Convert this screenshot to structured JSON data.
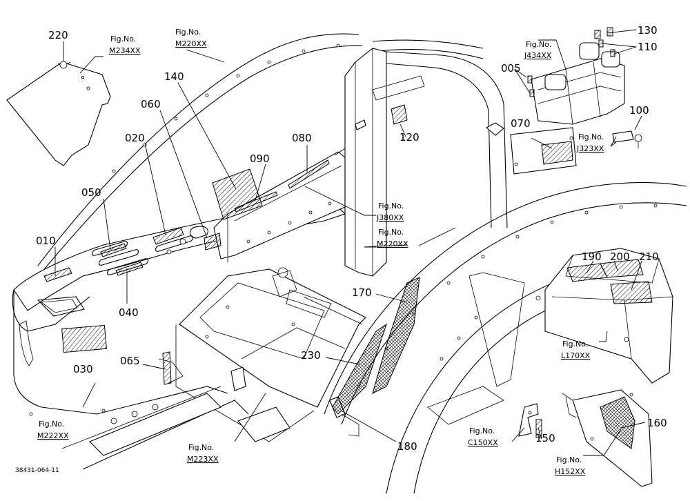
{
  "drawing": {
    "reference_code": "38431-064-11",
    "figure_prefix": "Fig.No."
  },
  "parts": [
    {
      "id": "p220",
      "number": "220"
    },
    {
      "id": "p140",
      "number": "140"
    },
    {
      "id": "p060",
      "number": "060"
    },
    {
      "id": "p020",
      "number": "020"
    },
    {
      "id": "p090",
      "number": "090"
    },
    {
      "id": "p080",
      "number": "080"
    },
    {
      "id": "p050",
      "number": "050"
    },
    {
      "id": "p010",
      "number": "010"
    },
    {
      "id": "p040",
      "number": "040"
    },
    {
      "id": "p030",
      "number": "030"
    },
    {
      "id": "p065",
      "number": "065"
    },
    {
      "id": "p120",
      "number": "120"
    },
    {
      "id": "p005",
      "number": "005"
    },
    {
      "id": "p130",
      "number": "130"
    },
    {
      "id": "p110",
      "number": "110"
    },
    {
      "id": "p100",
      "number": "100"
    },
    {
      "id": "p070",
      "number": "070"
    },
    {
      "id": "p170",
      "number": "170"
    },
    {
      "id": "p230",
      "number": "230"
    },
    {
      "id": "p180",
      "number": "180"
    },
    {
      "id": "p190",
      "number": "190"
    },
    {
      "id": "p200",
      "number": "200"
    },
    {
      "id": "p210",
      "number": "210"
    },
    {
      "id": "p150",
      "number": "150"
    },
    {
      "id": "p160",
      "number": "160"
    }
  ],
  "figure_refs": [
    {
      "id": "m234",
      "code": "M234XX"
    },
    {
      "id": "m220a",
      "code": "M220XX"
    },
    {
      "id": "j434",
      "code": "J434XX"
    },
    {
      "id": "j323",
      "code": "J323XX"
    },
    {
      "id": "j380",
      "code": "J380XX"
    },
    {
      "id": "m220b",
      "code": "M220XX"
    },
    {
      "id": "l170",
      "code": "L170XX"
    },
    {
      "id": "m222",
      "code": "M222XX"
    },
    {
      "id": "m223",
      "code": "M223XX"
    },
    {
      "id": "c150",
      "code": "C150XX"
    },
    {
      "id": "h152",
      "code": "H152XX"
    }
  ]
}
